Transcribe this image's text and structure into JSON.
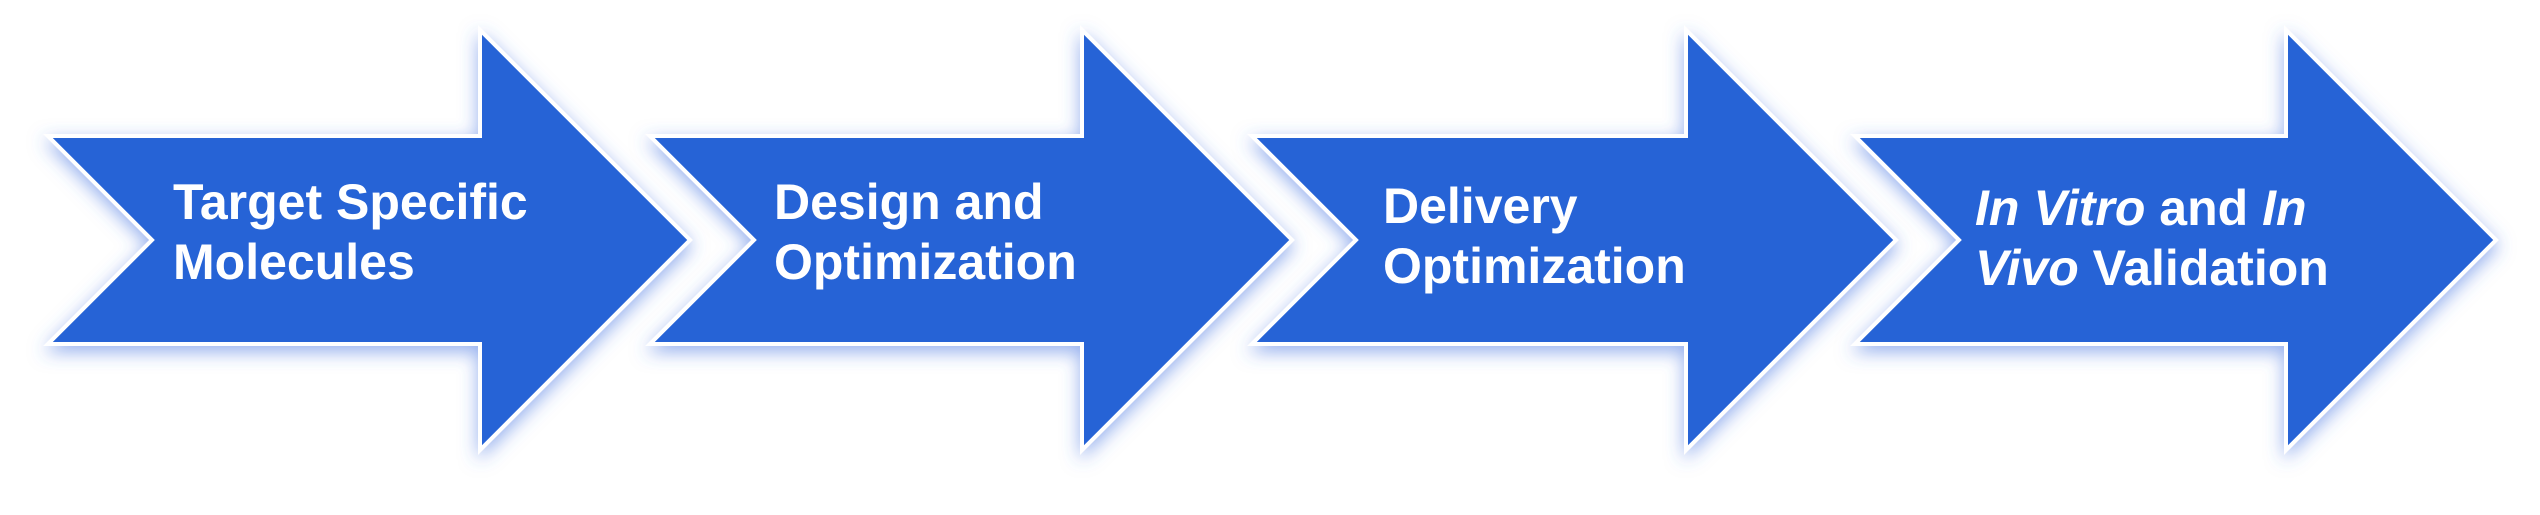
{
  "colors": {
    "arrow_fill": "#2563D6",
    "arrow_border": "#FFFFFF",
    "glow": "#3F6FE0"
  },
  "steps": [
    {
      "icon": "right-arrow-shape",
      "line1": "Target Specific",
      "line2": "Molecules"
    },
    {
      "icon": "right-arrow-shape",
      "line1": "Design and",
      "line2": "Optimization"
    },
    {
      "icon": "right-arrow-shape",
      "line1": "Delivery",
      "line2": "Optimization"
    },
    {
      "icon": "right-arrow-shape",
      "line1_italic_a": "In Vitro",
      "line1_plain": " and ",
      "line1_italic_b": "In",
      "line2_italic": "Vivo",
      "line2_plain": " Validation"
    }
  ]
}
